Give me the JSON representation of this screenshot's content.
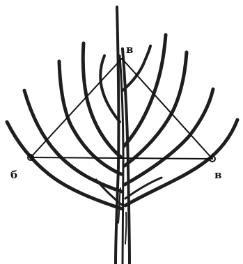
{
  "labels": {
    "left": "б",
    "top": "в",
    "right": "в"
  },
  "colors": {
    "ink": "#1e1e1e",
    "background": "#ffffff"
  }
}
